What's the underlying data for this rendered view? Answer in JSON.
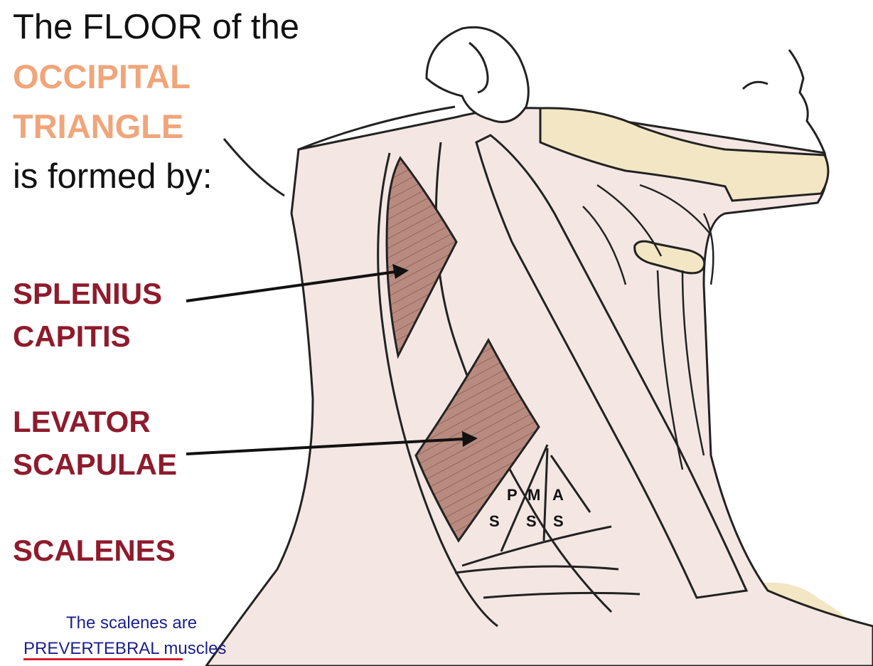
{
  "title": {
    "line1": "The FLOOR of the",
    "line2": "OCCIPITAL",
    "line3": "TRIANGLE",
    "line4": "is formed by:"
  },
  "labels": {
    "splenius_line1": "SPLENIUS",
    "splenius_line2": "CAPITIS",
    "levator_line1": "LEVATOR",
    "levator_line2": "SCAPULAE",
    "scalenes": "SCALENES"
  },
  "scalene_markers": {
    "posterior_top": "P",
    "posterior_bottom": "S",
    "middle_top": "M",
    "middle_bottom": "S",
    "anterior_top": "A",
    "anterior_bottom": "S"
  },
  "note": {
    "line1": "The scalenes are",
    "underlined": "PREVERTEBRAL",
    "rest": " muscles"
  },
  "colors": {
    "accent": "#f0a57a",
    "muscle_label": "#8e1b2c",
    "note_text": "#1b1f8a",
    "underline": "#d6202b",
    "skin": "#f4e7e3",
    "muscle": "#b98b80",
    "bone": "#f3e6c4"
  }
}
